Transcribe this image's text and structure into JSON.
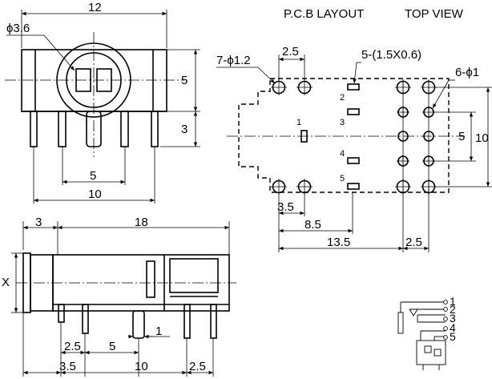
{
  "header": {
    "layout_title": "P.C.B LAYOUT",
    "view_title": "TOP VIEW"
  },
  "front_view": {
    "width": "12",
    "hole": "ϕ3.6",
    "height": "5",
    "pin_len": "3",
    "pitch_inner": "5",
    "pitch_outer": "10"
  },
  "pcb": {
    "hole7": "7-ϕ1.2",
    "pitch": "2.5",
    "slots": "5-(1.5X0.6)",
    "hole6": "6-ϕ1",
    "dim_5": "5",
    "dim_10": "10",
    "pad_labels": [
      "1",
      "2",
      "3",
      "4",
      "5"
    ],
    "dim_3_5": "3.5",
    "dim_8_5": "8.5",
    "dim_13_5": "13.5",
    "dim_2_5": "2.5"
  },
  "side_view": {
    "front": "3",
    "length": "18",
    "x_label": "X",
    "pin_w": "1",
    "d_2_5": "2.5",
    "d_5": "5",
    "d_3_5": "3.5",
    "d_10": "10",
    "d_2_5b": "2.5"
  },
  "schematic": {
    "pins": [
      "1",
      "2",
      "3",
      "4",
      "5"
    ]
  }
}
